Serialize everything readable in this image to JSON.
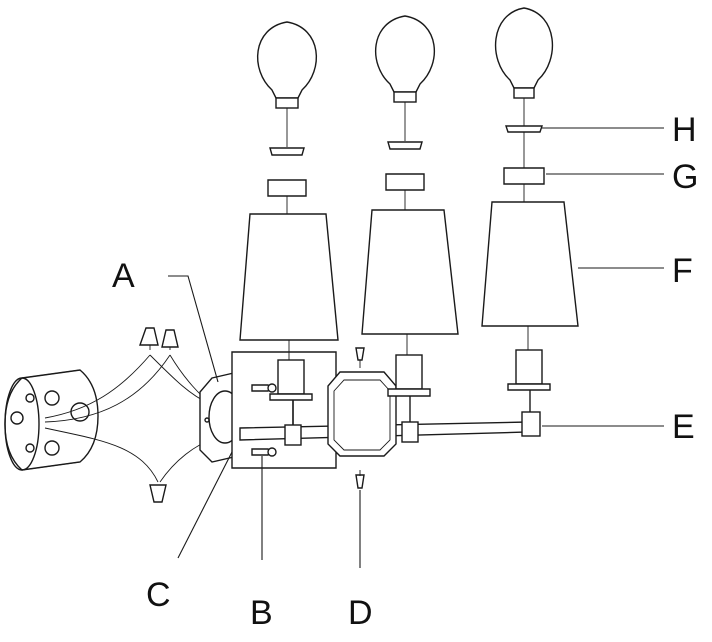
{
  "callouts": {
    "a": "A",
    "b": "B",
    "c": "C",
    "d": "D",
    "e": "E",
    "f": "F",
    "g": "G",
    "h": "H"
  }
}
